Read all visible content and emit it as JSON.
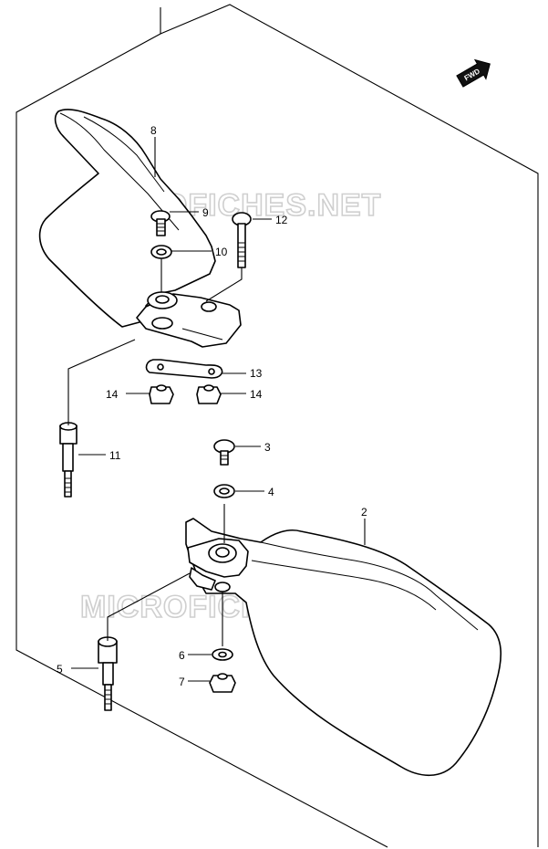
{
  "watermark": "MICROFICHES.NET",
  "direction_badge": "FWD",
  "callouts": [
    {
      "id": "8",
      "label": "8"
    },
    {
      "id": "9",
      "label": "9"
    },
    {
      "id": "10",
      "label": "10"
    },
    {
      "id": "12",
      "label": "12"
    },
    {
      "id": "13",
      "label": "13"
    },
    {
      "id": "14a",
      "label": "14"
    },
    {
      "id": "14b",
      "label": "14"
    },
    {
      "id": "11",
      "label": "11"
    },
    {
      "id": "3",
      "label": "3"
    },
    {
      "id": "4",
      "label": "4"
    },
    {
      "id": "2",
      "label": "2"
    },
    {
      "id": "5",
      "label": "5"
    },
    {
      "id": "6",
      "label": "6"
    },
    {
      "id": "7",
      "label": "7"
    }
  ]
}
